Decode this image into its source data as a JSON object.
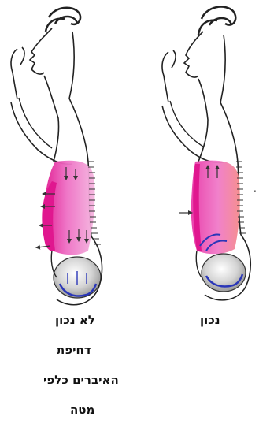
{
  "labels": {
    "correct": "נכון",
    "incorrect": "לא נכון",
    "caption_lines": [
      "דחיפת",
      "האיברים כלפי",
      "מטה"
    ]
  },
  "colors": {
    "outline": "#222222",
    "pink_light": "#f4a6d7",
    "pink_mid": "#ee6fc4",
    "magenta": "#e0178f",
    "salmon": "#f58a8a",
    "arrow": "#333333",
    "pelvis_gray": "#bbbbbb",
    "blue_muscle": "#2a36b8"
  }
}
